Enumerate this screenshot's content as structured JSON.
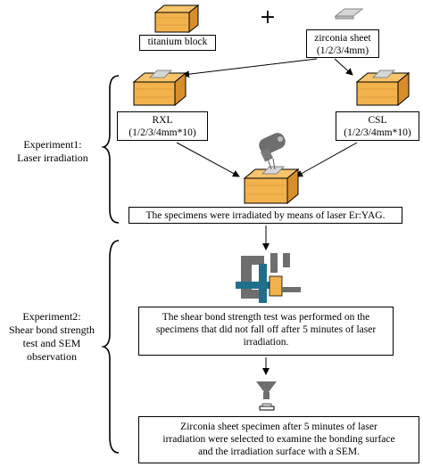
{
  "top": {
    "titanium_label": "titanium block",
    "zirconia_label_line1": "zirconia sheet",
    "zirconia_label_line2": "(1/2/3/4mm)",
    "plus": "+"
  },
  "groups": {
    "rxl_line1": "RXL",
    "rxl_line2": "(1/2/3/4mm*10)",
    "csl_line1": "CSL",
    "csl_line2": "(1/2/3/4mm*10)"
  },
  "experiment1": {
    "line1": "Experiment1:",
    "line2": "Laser irradiation",
    "caption": "The specimens were irradiated by means of laser Er:YAG."
  },
  "experiment2": {
    "line1": "Experiment2:",
    "line2": "Shear bond strength",
    "line3": "test  and SEM",
    "line4": "observation",
    "shear_line1": "The shear bond strength test  was performed on the",
    "shear_line2": "specimens that did not fall off after 5 minutes of laser",
    "shear_line3": "irradiation.",
    "sem_line1": "Zirconia sheet specimen after 5 minutes of laser",
    "sem_line2": "irradiation were selected to examine the bonding surface",
    "sem_line3": "and the irradiation surface with a SEM."
  },
  "colors": {
    "block_fill": "#f2b24c",
    "block_dark": "#d88e2a",
    "sheet_fill": "#d0d0d0",
    "teal": "#1f6f8b",
    "grey": "#6e6e6e"
  }
}
